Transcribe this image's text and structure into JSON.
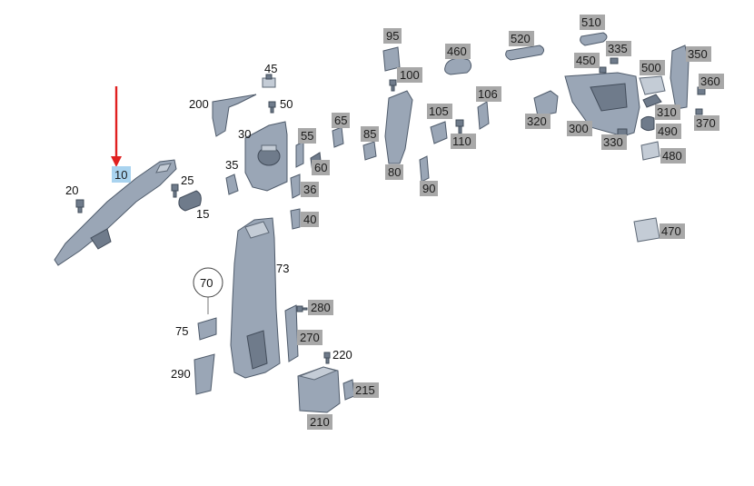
{
  "diagram": {
    "highlight_color": "#a9d3ef",
    "badge_color": "#a8a8a8",
    "arrow_color": "#e02020",
    "part_color": "#9aa6b6",
    "selected_part": "10",
    "callouts": {
      "p10": "10",
      "p15": "15",
      "p20": "20",
      "p25": "25",
      "p30": "30",
      "p35": "35",
      "p36": "36",
      "p40": "40",
      "p45": "45",
      "p50": "50",
      "p55": "55",
      "p60": "60",
      "p65": "65",
      "p70": "70",
      "p73": "73",
      "p75": "75",
      "p80": "80",
      "p85": "85",
      "p90": "90",
      "p95": "95",
      "p100": "100",
      "p105": "105",
      "p106": "106",
      "p110": "110",
      "p200": "200",
      "p210": "210",
      "p215": "215",
      "p220": "220",
      "p270": "270",
      "p280": "280",
      "p290": "290",
      "p300": "300",
      "p310": "310",
      "p320": "320",
      "p330": "330",
      "p335": "335",
      "p350": "350",
      "p360": "360",
      "p370": "370",
      "p450": "450",
      "p460": "460",
      "p470": "470",
      "p480": "480",
      "p490": "490",
      "p500": "500",
      "p510": "510",
      "p520": "520"
    }
  }
}
